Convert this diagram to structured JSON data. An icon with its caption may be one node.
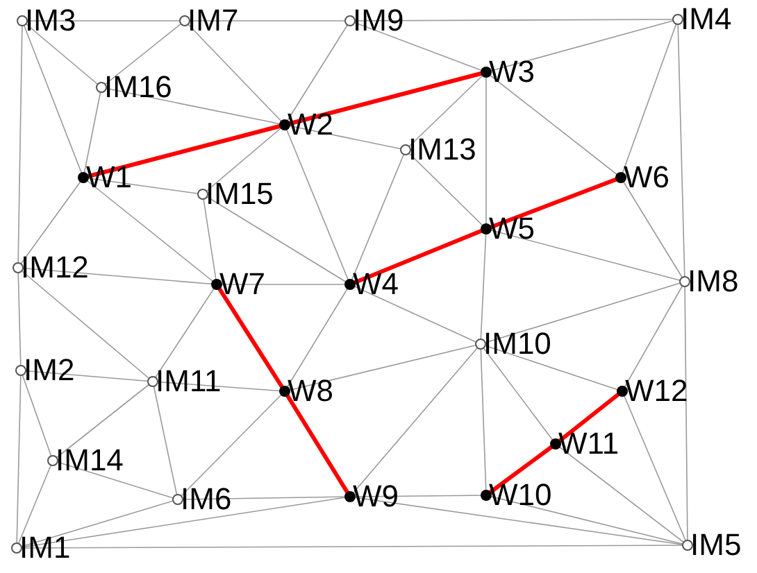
{
  "diagram": {
    "nodes": [
      {
        "text": [
          "IM3"
        ]
      },
      {
        "text": [
          "IM7"
        ]
      },
      {
        "text": [
          "IM9"
        ]
      },
      {
        "text": [
          "IM4"
        ]
      },
      {
        "text": [
          "IM16"
        ]
      },
      {
        "text": [
          "W2"
        ]
      },
      {
        "text": [
          "W3"
        ]
      },
      {
        "text": [
          "IM13"
        ]
      },
      {
        "text": [
          "W6"
        ]
      },
      {
        "text": [
          "W1"
        ]
      },
      {
        "text": [
          "IM15"
        ]
      },
      {
        "text": [
          "W5"
        ]
      },
      {
        "text": [
          "IM12"
        ]
      },
      {
        "text": [
          "W7"
        ]
      },
      {
        "text": [
          "W4"
        ]
      },
      {
        "text": [
          "IM8"
        ]
      },
      {
        "text": [
          "IM2"
        ]
      },
      {
        "text": [
          "IM11"
        ]
      },
      {
        "text": [
          "W8"
        ]
      },
      {
        "text": [
          "IM10"
        ]
      },
      {
        "text": [
          "W12"
        ]
      },
      {
        "text": [
          "IM14"
        ]
      },
      {
        "text": [
          "W11"
        ]
      },
      {
        "text": [
          "IM6"
        ]
      },
      {
        "text": [
          "W9"
        ]
      },
      {
        "text": [
          "W10"
        ]
      },
      {
        "text": [
          "IM1"
        ]
      },
      {
        "text": [
          "IM5"
        ]
      }
    ],
    "edges": [
      {
        "from": 0,
        "to": 1,
        "arrow": "none"
      },
      {
        "from": 1,
        "to": 2,
        "arrow": "none"
      },
      {
        "from": 2,
        "to": 3,
        "arrow": "none"
      },
      {
        "from": 0,
        "to": 4,
        "arrow": "none"
      },
      {
        "from": 0,
        "to": 9,
        "arrow": "none"
      },
      {
        "from": 0,
        "to": 12,
        "arrow": "none"
      },
      {
        "from": 12,
        "to": 16,
        "arrow": "none"
      },
      {
        "from": 16,
        "to": 26,
        "arrow": "none"
      },
      {
        "from": 1,
        "to": 4,
        "arrow": "none"
      },
      {
        "from": 1,
        "to": 5,
        "arrow": "none"
      },
      {
        "from": 2,
        "to": 5,
        "arrow": "none"
      },
      {
        "from": 2,
        "to": 6,
        "arrow": "none"
      },
      {
        "from": 4,
        "to": 5,
        "arrow": "none"
      },
      {
        "from": 4,
        "to": 9,
        "arrow": "none"
      },
      {
        "from": 9,
        "to": 5,
        "arrow": "none",
        "style": "thick",
        "color": "#ff0000"
      },
      {
        "from": 9,
        "to": 10,
        "arrow": "none"
      },
      {
        "from": 9,
        "to": 12,
        "arrow": "none"
      },
      {
        "from": 9,
        "to": 13,
        "arrow": "none"
      },
      {
        "from": 10,
        "to": 5,
        "arrow": "none"
      },
      {
        "from": 10,
        "to": 13,
        "arrow": "none"
      },
      {
        "from": 10,
        "to": 14,
        "arrow": "none"
      },
      {
        "from": 5,
        "to": 14,
        "arrow": "none"
      },
      {
        "from": 5,
        "to": 7,
        "arrow": "none"
      },
      {
        "from": 5,
        "to": 6,
        "arrow": "none",
        "style": "thick",
        "color": "#ff0000"
      },
      {
        "from": 7,
        "to": 6,
        "arrow": "none"
      },
      {
        "from": 6,
        "to": 3,
        "arrow": "none"
      },
      {
        "from": 6,
        "to": 11,
        "arrow": "none"
      },
      {
        "from": 6,
        "to": 8,
        "arrow": "none"
      },
      {
        "from": 7,
        "to": 11,
        "arrow": "none"
      },
      {
        "from": 7,
        "to": 14,
        "arrow": "none"
      },
      {
        "from": 3,
        "to": 8,
        "arrow": "none"
      },
      {
        "from": 3,
        "to": 15,
        "arrow": "none"
      },
      {
        "from": 8,
        "to": 15,
        "arrow": "none"
      },
      {
        "from": 14,
        "to": 11,
        "arrow": "none",
        "style": "thick",
        "color": "#ff0000"
      },
      {
        "from": 11,
        "to": 8,
        "arrow": "none",
        "style": "thick",
        "color": "#ff0000"
      },
      {
        "from": 11,
        "to": 15,
        "arrow": "none"
      },
      {
        "from": 11,
        "to": 19,
        "arrow": "none"
      },
      {
        "from": 14,
        "to": 19,
        "arrow": "none"
      },
      {
        "from": 14,
        "to": 13,
        "arrow": "none"
      },
      {
        "from": 14,
        "to": 18,
        "arrow": "none"
      },
      {
        "from": 12,
        "to": 13,
        "arrow": "none"
      },
      {
        "from": 12,
        "to": 17,
        "arrow": "none"
      },
      {
        "from": 13,
        "to": 17,
        "arrow": "none"
      },
      {
        "from": 13,
        "to": 18,
        "arrow": "none",
        "style": "thick",
        "color": "#ff0000"
      },
      {
        "from": 18,
        "to": 24,
        "arrow": "none",
        "style": "thick",
        "color": "#ff0000"
      },
      {
        "from": 16,
        "to": 17,
        "arrow": "none"
      },
      {
        "from": 16,
        "to": 21,
        "arrow": "none"
      },
      {
        "from": 17,
        "to": 18,
        "arrow": "none"
      },
      {
        "from": 17,
        "to": 21,
        "arrow": "none"
      },
      {
        "from": 17,
        "to": 23,
        "arrow": "none"
      },
      {
        "from": 21,
        "to": 23,
        "arrow": "none"
      },
      {
        "from": 21,
        "to": 26,
        "arrow": "none"
      },
      {
        "from": 26,
        "to": 23,
        "arrow": "none"
      },
      {
        "from": 26,
        "to": 24,
        "arrow": "none"
      },
      {
        "from": 26,
        "to": 27,
        "arrow": "none"
      },
      {
        "from": 23,
        "to": 18,
        "arrow": "none"
      },
      {
        "from": 23,
        "to": 24,
        "arrow": "none"
      },
      {
        "from": 18,
        "to": 19,
        "arrow": "none"
      },
      {
        "from": 24,
        "to": 19,
        "arrow": "none"
      },
      {
        "from": 24,
        "to": 25,
        "arrow": "none"
      },
      {
        "from": 24,
        "to": 27,
        "arrow": "none"
      },
      {
        "from": 19,
        "to": 15,
        "arrow": "none"
      },
      {
        "from": 19,
        "to": 20,
        "arrow": "none"
      },
      {
        "from": 19,
        "to": 22,
        "arrow": "none"
      },
      {
        "from": 19,
        "to": 25,
        "arrow": "none"
      },
      {
        "from": 25,
        "to": 22,
        "arrow": "none",
        "style": "thick",
        "color": "#ff0000"
      },
      {
        "from": 22,
        "to": 20,
        "arrow": "none",
        "style": "thick",
        "color": "#ff0000"
      },
      {
        "from": 20,
        "to": 15,
        "arrow": "none"
      },
      {
        "from": 20,
        "to": 27,
        "arrow": "none"
      },
      {
        "from": 22,
        "to": 27,
        "arrow": "none"
      },
      {
        "from": 25,
        "to": 27,
        "arrow": "none"
      },
      {
        "from": 15,
        "to": 27,
        "arrow": "none"
      }
    ]
  }
}
